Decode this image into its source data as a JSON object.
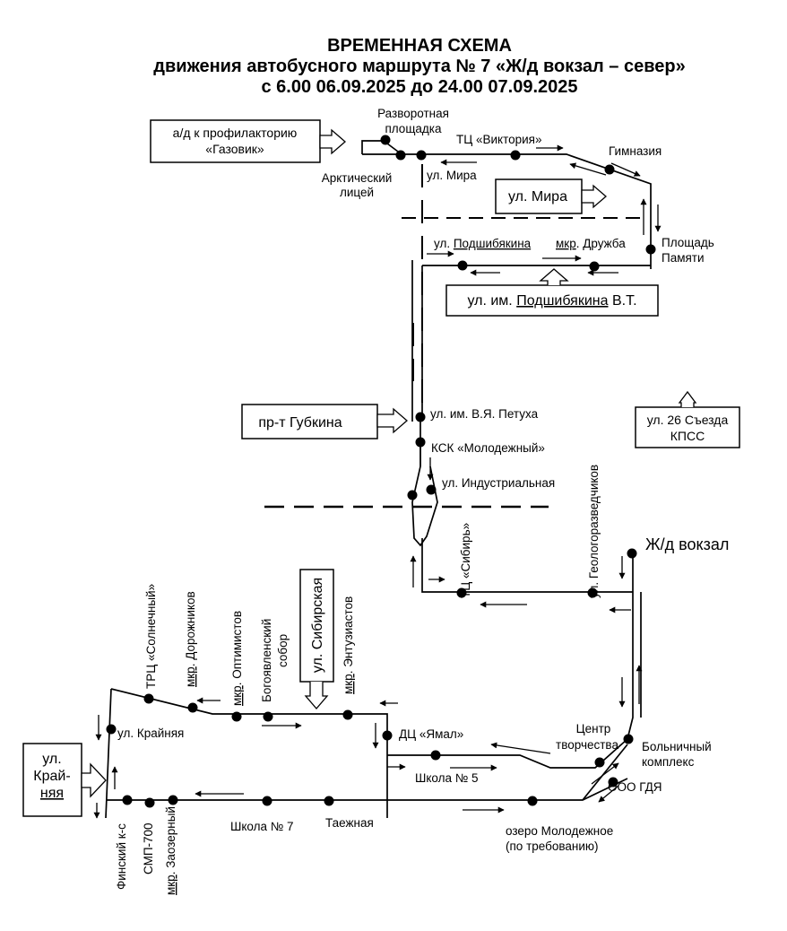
{
  "title": {
    "line1": "ВРЕМЕННАЯ СХЕМА",
    "line2": "движения автобусного маршрута № 7 «Ж/д вокзал – север»",
    "line3": "с 6.00 06.09.2025 до 24.00 07.09.2025"
  },
  "boxes": {
    "gazovik_1": "а/д к профилакторию",
    "gazovik_2": "«Газовик»",
    "mira": "ул. Мира",
    "podshibyakina_prefix": "ул. им. ",
    "podshibyakina_name": "Подшибякина",
    "podshibyakina_suffix": " В.Т.",
    "gubkina": "пр-т Губкина",
    "s26_1": "ул. 26 Съезда",
    "s26_2": "КПСС",
    "sibirskaya": "ул. Сибирская",
    "krainyaya_1": "ул.",
    "krainyaya_2": "Край-",
    "krainyaya_3": "няя"
  },
  "stops": {
    "razvorot_1": "Разворотная",
    "razvorot_2": "площадка",
    "victoria": "ТЦ «Виктория»",
    "gimnaziya": "Гимназия",
    "arktich_1": "Арктический",
    "arktich_2": "лицей",
    "mira": "ул. Мира",
    "ploshchad_1": "Площадь",
    "ploshchad_2": "Памяти",
    "podshib_prefix": "ул. ",
    "podshib_name": "Подшибякина",
    "druzhba_prefix": "мкр",
    "druzhba_suffix": ". Дружба",
    "petukha": "ул. им. В.Я. Петуха",
    "molodezhny": "КСК «Молодежный»",
    "industrialnaya": "ул. Индустриальная",
    "sibir": "ТЦ «Сибирь»",
    "geolog": "ул. Геологоразведчиков",
    "vokzal": "Ж/д вокзал",
    "solnechny": "ТРЦ «Солнечный»",
    "dorozhnikov_prefix": "мкр",
    "dorozhnikov_suffix": ". Дорожников",
    "optimistov_prefix": "мкр",
    "optimistov_suffix": ". Оптимистов",
    "sobor_1": "Богоявленский",
    "sobor_2": "собор",
    "entuziastov_prefix": "мкр",
    "entuziastov_suffix": ". Энтузиастов",
    "krainyaya": "ул. Крайняя",
    "yamal": "ДЦ «Ямал»",
    "tsentr_1": "Центр",
    "tsentr_2": "творчества",
    "bolnichny_1": "Больничный",
    "bolnichny_2": "комплекс",
    "shkola5": "Школа № 5",
    "gdya": "ООО ГДЯ",
    "finsky": "Финский к-с",
    "smp": "СМП-700",
    "zaozerny_prefix": "мкр",
    "zaozerny_suffix": ". Заозерный",
    "shkola7": "Школа № 7",
    "taezhnaya": "Таежная",
    "ozero_1": "озеро Молодежное",
    "ozero_2": "(по требованию)"
  },
  "colors": {
    "line": "#000000",
    "spellcheck_underline": "#e0201b"
  }
}
